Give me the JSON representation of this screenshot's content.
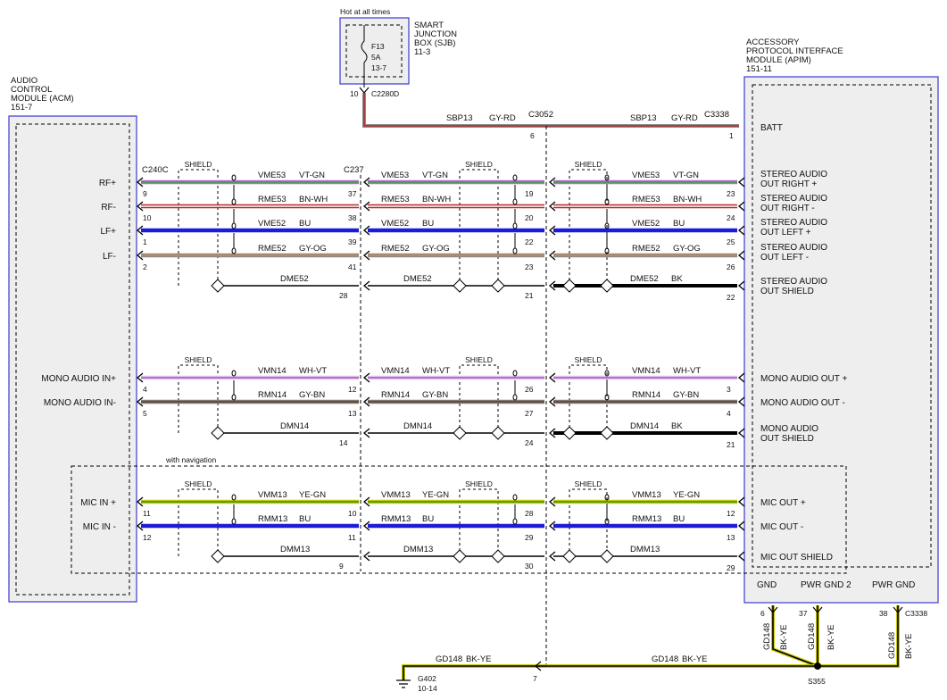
{
  "sjb": {
    "hot_label": "Hot at all times",
    "fuse": "F13",
    "amp": "5A",
    "ref": "13-7",
    "name_lines": [
      "SMART",
      "JUNCTION",
      "BOX (SJB)",
      "11-3"
    ],
    "connector": "C2280D",
    "pin": "10"
  },
  "acm": {
    "name_lines": [
      "AUDIO",
      "CONTROL",
      "MODULE (ACM)",
      "151-7"
    ]
  },
  "apim": {
    "name_lines": [
      "ACCESSORY",
      "PROTOCOL INTERFACE",
      "MODULE (APIM)",
      "151-11"
    ]
  },
  "connectors": {
    "acm": "C240C",
    "mid1": "C237",
    "mid2": "C3052",
    "apim": "C3338",
    "apim_bottom": "C3338"
  },
  "shield_label": "SHIELD",
  "with_navigation": "with navigation",
  "batt": {
    "circuit": "SBP13",
    "color": "GY-RD",
    "mid_pin": "6",
    "apim_pin": "1",
    "apim_label": "BATT"
  },
  "groups": [
    {
      "id": "stereo",
      "wires": [
        {
          "acm_label": "RF+",
          "acm_pin": "9",
          "circuit": "VME53",
          "color": "VT-GN",
          "mid1_pin": "37",
          "mid2_pin": "19",
          "apim_pin": "23",
          "apim_label": [
            "STEREO AUDIO",
            "OUT RIGHT +"
          ],
          "stroke": "#b46fd0",
          "stripe": "#3aa03a"
        },
        {
          "acm_label": "RF-",
          "acm_pin": "10",
          "circuit": "RME53",
          "color": "BN-WH",
          "mid1_pin": "38",
          "mid2_pin": "20",
          "apim_pin": "24",
          "apim_label": [
            "STEREO AUDIO",
            "OUT RIGHT -"
          ],
          "stroke": "#b22a2a",
          "stripe": "#ffffff"
        },
        {
          "acm_label": "LF+",
          "acm_pin": "1",
          "circuit": "VME52",
          "color": "BU",
          "mid1_pin": "39",
          "mid2_pin": "22",
          "apim_pin": "25",
          "apim_label": [
            "STEREO AUDIO",
            "OUT LEFT +"
          ],
          "stroke": "#1c1cd8",
          "stripe": ""
        },
        {
          "acm_label": "LF-",
          "acm_pin": "2",
          "circuit": "RME52",
          "color": "GY-OG",
          "mid1_pin": "41",
          "mid2_pin": "23",
          "apim_pin": "26",
          "apim_label": [
            "STEREO AUDIO",
            "OUT LEFT -"
          ],
          "stroke": "#8a8a8a",
          "stripe": "#d08a3a"
        }
      ],
      "drain": {
        "circuit": "DME52",
        "color": "BK",
        "mid1_pin": "28",
        "mid2_pin": "21",
        "apim_pin": "22",
        "apim_label": [
          "STEREO AUDIO",
          "OUT SHIELD"
        ]
      }
    },
    {
      "id": "mono",
      "wires": [
        {
          "acm_label": "MONO AUDIO IN+",
          "acm_pin": "4",
          "circuit": "VMN14",
          "color": "WH-VT",
          "mid1_pin": "12",
          "mid2_pin": "26",
          "apim_pin": "3",
          "apim_label": [
            "MONO AUDIO OUT +"
          ],
          "stroke": "#e6c6ee",
          "stripe": "#a055c0"
        },
        {
          "acm_label": "MONO AUDIO IN-",
          "acm_pin": "5",
          "circuit": "RMN14",
          "color": "GY-BN",
          "mid1_pin": "13",
          "mid2_pin": "27",
          "apim_pin": "4",
          "apim_label": [
            "MONO AUDIO OUT -"
          ],
          "stroke": "#7d7d7d",
          "stripe": "#6b3c1e"
        }
      ],
      "drain": {
        "circuit": "DMN14",
        "color": "BK",
        "mid1_pin": "14",
        "mid2_pin": "24",
        "apim_pin": "21",
        "apim_label": [
          "MONO AUDIO",
          "OUT SHIELD"
        ]
      }
    },
    {
      "id": "mic",
      "wires": [
        {
          "acm_label": "MIC IN +",
          "acm_pin": "11",
          "circuit": "VMM13",
          "color": "YE-GN",
          "mid1_pin": "10",
          "mid2_pin": "28",
          "apim_pin": "12",
          "apim_label": [
            "MIC OUT +"
          ],
          "stroke": "#c8c800",
          "stripe": "#2f8a2f"
        },
        {
          "acm_label": "MIC IN -",
          "acm_pin": "12",
          "circuit": "RMM13",
          "color": "BU",
          "mid1_pin": "11",
          "mid2_pin": "29",
          "apim_pin": "13",
          "apim_label": [
            "MIC OUT -"
          ],
          "stroke": "#1c1cd8",
          "stripe": ""
        }
      ],
      "drain": {
        "circuit": "DMM13",
        "color": "",
        "mid1_pin": "9",
        "mid2_pin": "30",
        "apim_pin": "29",
        "apim_label": [
          "MIC OUT SHIELD"
        ]
      }
    }
  ],
  "grounds": {
    "labels": [
      "GND",
      "PWR GND 2",
      "PWR GND"
    ],
    "pins": [
      "6",
      "37",
      "38"
    ],
    "circuit": "GD148",
    "color": "BK-YE",
    "splice": "S355",
    "mid_pin": "7",
    "ground_ref": "G402",
    "ground_page": "10-14"
  },
  "colors": {
    "module_border": "#3a3ad0",
    "module_fill": "#eeeeee",
    "batt_wire": "#b22a2a",
    "batt_stripe": "#8a8a8a",
    "ground_wire": "#000000",
    "ground_stripe": "#c8c800"
  }
}
